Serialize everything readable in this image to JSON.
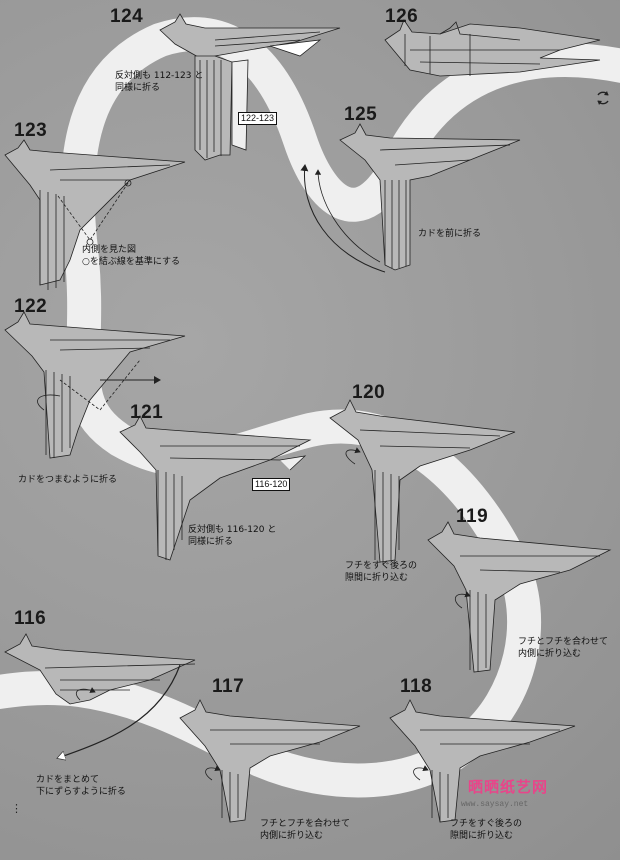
{
  "steps": {
    "s124": {
      "number": "124",
      "note": "反対側も 112-123 と\n同様に折る",
      "ref": "122-123"
    },
    "s126": {
      "number": "126"
    },
    "s123": {
      "number": "123",
      "note": "内側を見た図\n○を結ぶ線を基準にする"
    },
    "s125": {
      "number": "125",
      "note": "カドを前に折る"
    },
    "s122": {
      "number": "122",
      "note": "カドをつまむように折る"
    },
    "s121": {
      "number": "121",
      "note": "反対側も 116-120 と\n同様に折る",
      "ref": "116-120"
    },
    "s120": {
      "number": "120",
      "note": "フチをすぐ後ろの\n隙間に折り込む"
    },
    "s119": {
      "number": "119",
      "note": "フチとフチを合わせて\n内側に折り込む"
    },
    "s116": {
      "number": "116",
      "note": "カドをまとめて\n下にずらすように折る"
    },
    "s117": {
      "number": "117",
      "note": "フチとフチを合わせて\n内側に折り込む"
    },
    "s118": {
      "number": "118",
      "note": "フチをすぐ後ろの\n隙間に折り込む"
    }
  },
  "watermark": {
    "brand": "晒晒纸艺网",
    "url": "www.saysay.net"
  },
  "continuation": "⋮",
  "icons": {
    "rotate": "rotate-icon"
  }
}
